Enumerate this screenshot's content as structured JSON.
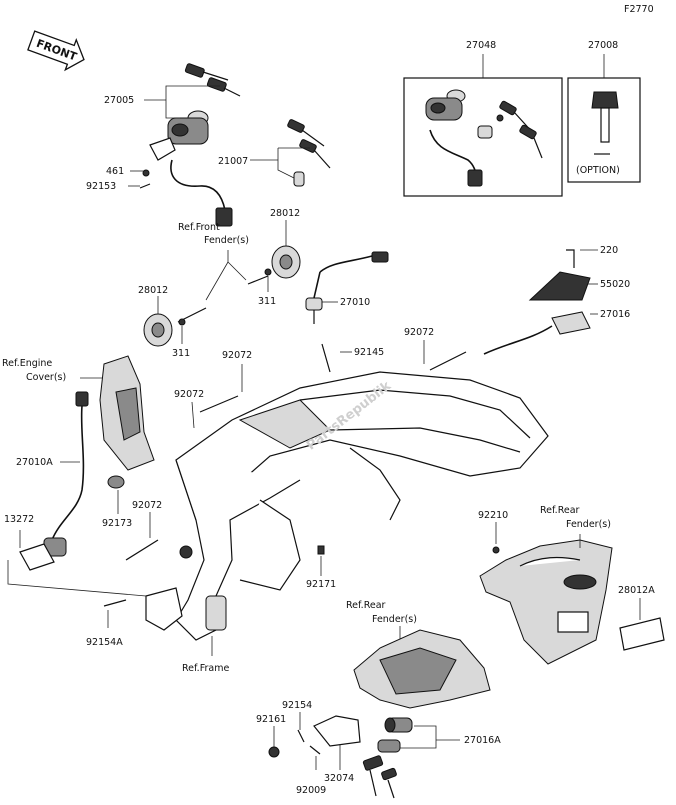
{
  "diagram": {
    "code": "F2770",
    "front_arrow": "FRONT",
    "option_label": "(OPTION)",
    "watermark": "PartsRepublik",
    "labels": {
      "p27005": "27005",
      "p461": "461",
      "p92153": "92153",
      "p21007": "21007",
      "p27048": "27048",
      "p27008": "27008",
      "ref_front_fender_1": "Ref.Front",
      "ref_front_fender_2": "Fender(s)",
      "p28012_top": "28012",
      "p28012_left": "28012",
      "p311_right": "311",
      "p311_left": "311",
      "p27010": "27010",
      "p220": "220",
      "p55020": "55020",
      "p27016": "27016",
      "ref_engine_cover_1": "Ref.Engine",
      "ref_engine_cover_2": "Cover(s)",
      "p92072_top": "92072",
      "p92072_right": "92072",
      "p92072_mid": "92072",
      "p92072_low": "92072",
      "p92145": "92145",
      "p27010A": "27010A",
      "p92173": "92173",
      "p13272": "13272",
      "p92210": "92210",
      "ref_rear_fender_r1": "Ref.Rear",
      "ref_rear_fender_r2": "Fender(s)",
      "p28012A": "28012A",
      "p92171": "92171",
      "p92154A": "92154A",
      "ref_frame": "Ref.Frame",
      "ref_rear_fender_c1": "Ref.Rear",
      "ref_rear_fender_c2": "Fender(s)",
      "p92154": "92154",
      "p92161": "92161",
      "p32074": "32074",
      "p92009": "92009",
      "p27016A": "27016A"
    }
  }
}
